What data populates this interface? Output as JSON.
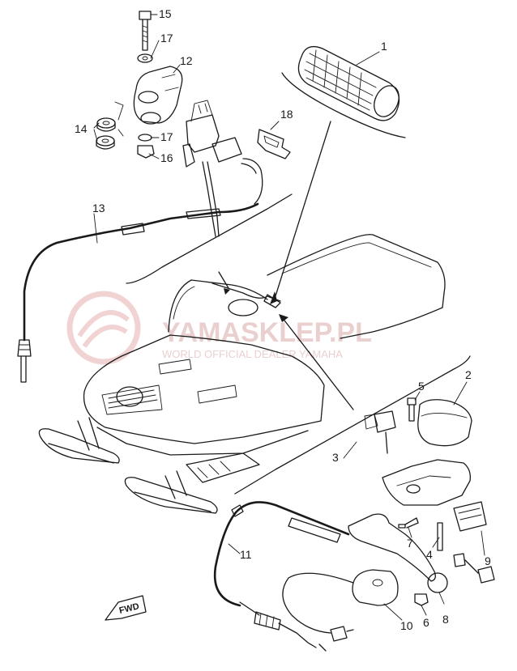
{
  "callouts": {
    "c1": "1",
    "c2": "2",
    "c3": "3",
    "c4": "4",
    "c5": "5",
    "c6": "6",
    "c7": "7",
    "c8": "8",
    "c9": "9",
    "c10": "10",
    "c11": "11",
    "c12": "12",
    "c13": "13",
    "c14": "14",
    "c15": "15",
    "c16": "16",
    "c17a": "17",
    "c17b": "17",
    "c18": "18"
  },
  "watermark": {
    "title": "YAMASKLEP.PL",
    "subtitle": "WORLD OFFICIAL DEALER YAMAHA"
  },
  "direction_marker": "FWD"
}
